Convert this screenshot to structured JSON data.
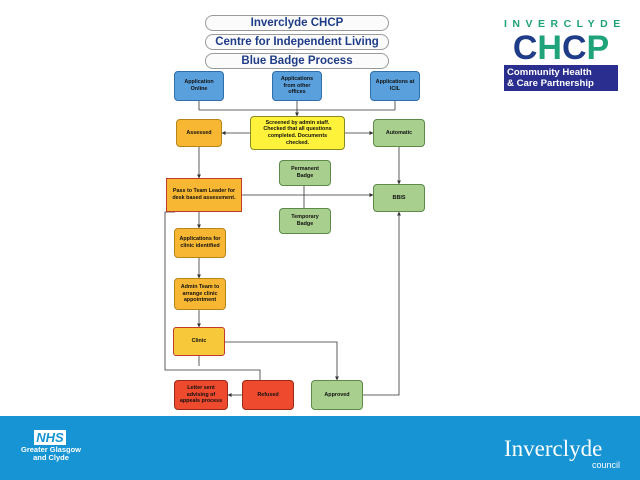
{
  "titles": [
    "Inverclyde CHCP",
    "Centre for Independent Living",
    "Blue Badge Process"
  ],
  "logo": {
    "word": "INVERCLYDE",
    "letters": [
      "C",
      "H",
      "C",
      "P"
    ],
    "letter_colors": [
      "#1f3c88",
      "#1fa37a",
      "#1f3c88",
      "#1fa37a"
    ],
    "subtitle_line1": "Community Health",
    "subtitle_line2": "& Care Partnership"
  },
  "colors": {
    "blue": "#5aa0dc",
    "orange": "#f7b733",
    "yellow": "#fff23a",
    "green": "#a8cf8e",
    "red": "#ee4a2e",
    "footer": "#1694d3"
  },
  "nodes": {
    "app_online": "Application\nOnline",
    "app_other_offices": "Applications\nfrom other\noffices",
    "app_icil": "Applications at\nICIL",
    "assessed": "Assessed",
    "screened": "Screened by admin staff.\nChecked that all questions\ncompleted. Documents\nchecked.",
    "automatic": "Automatic",
    "permanent_badge": "Permanent\nBadge",
    "team_leader": "Pass to Team Leader for\ndesk based assessment.",
    "bbis": "BBIS",
    "temporary_badge": "Temporary\nBadge",
    "clinic_identified": "Applications for\nclinic identified",
    "admin_team": "Admin Team to\narrange clinic\nappointment",
    "clinic": "Clinic",
    "letter_sent": "Letter sent\nadvising of\nappeals process",
    "refused": "Refused",
    "approved": "Approved"
  },
  "footer": {
    "nhs_logo": "NHS",
    "nhs_line1": "Greater Glasgow",
    "nhs_line2": "and Clyde",
    "council_name": "Inverclyde",
    "council_sub": "council"
  }
}
